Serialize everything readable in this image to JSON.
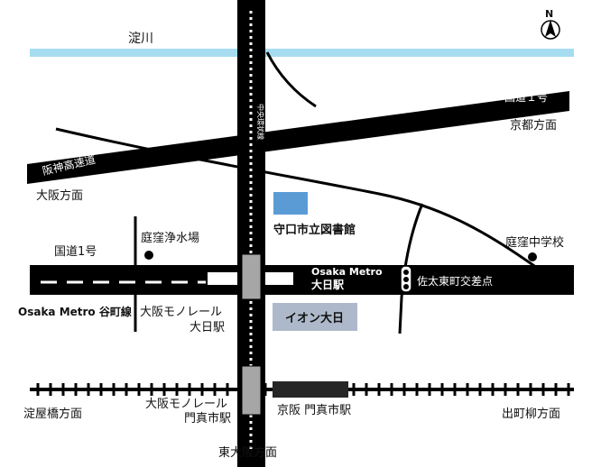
{
  "map": {
    "colors": {
      "river": "#a6dcf0",
      "road": "#000000",
      "library": "#5b9bd5",
      "aeon": "#adb9ca",
      "monorail_station": "#a6a6a6",
      "keihan_station": "#262626"
    },
    "labels": {
      "river": "淀川",
      "route1_ne": "国道１号",
      "kyoto": "京都方面",
      "hanshin": "阪神高速道",
      "osaka": "大阪方面",
      "library": "守口市立図書館",
      "route1_w": "国道1号",
      "water_plant": "庭窪浄水場",
      "middle_school": "庭窪中学校",
      "metro_line1": "Osaka Metro",
      "metro_line2": "大日駅",
      "intersection": "佐太東町交差点",
      "tanimachi": "Osaka Metro 谷町線",
      "monorail_dainichi1": "大阪モノレール",
      "monorail_dainichi2": "大日駅",
      "aeon": "イオン大日",
      "chuo_kanjo": "中央環状線",
      "yodoyabashi": "淀屋橋方面",
      "monorail_kadoma1": "大阪モノレール",
      "monorail_kadoma2": "門真市駅",
      "keihan_kadoma": "京阪 門真市駅",
      "demachiyanagi": "出町柳方面",
      "higashi_osaka": "東大阪方面",
      "north": "N"
    },
    "icons": {
      "compass": "north-arrow-icon",
      "traffic_light": "traffic-signal-icon"
    }
  }
}
